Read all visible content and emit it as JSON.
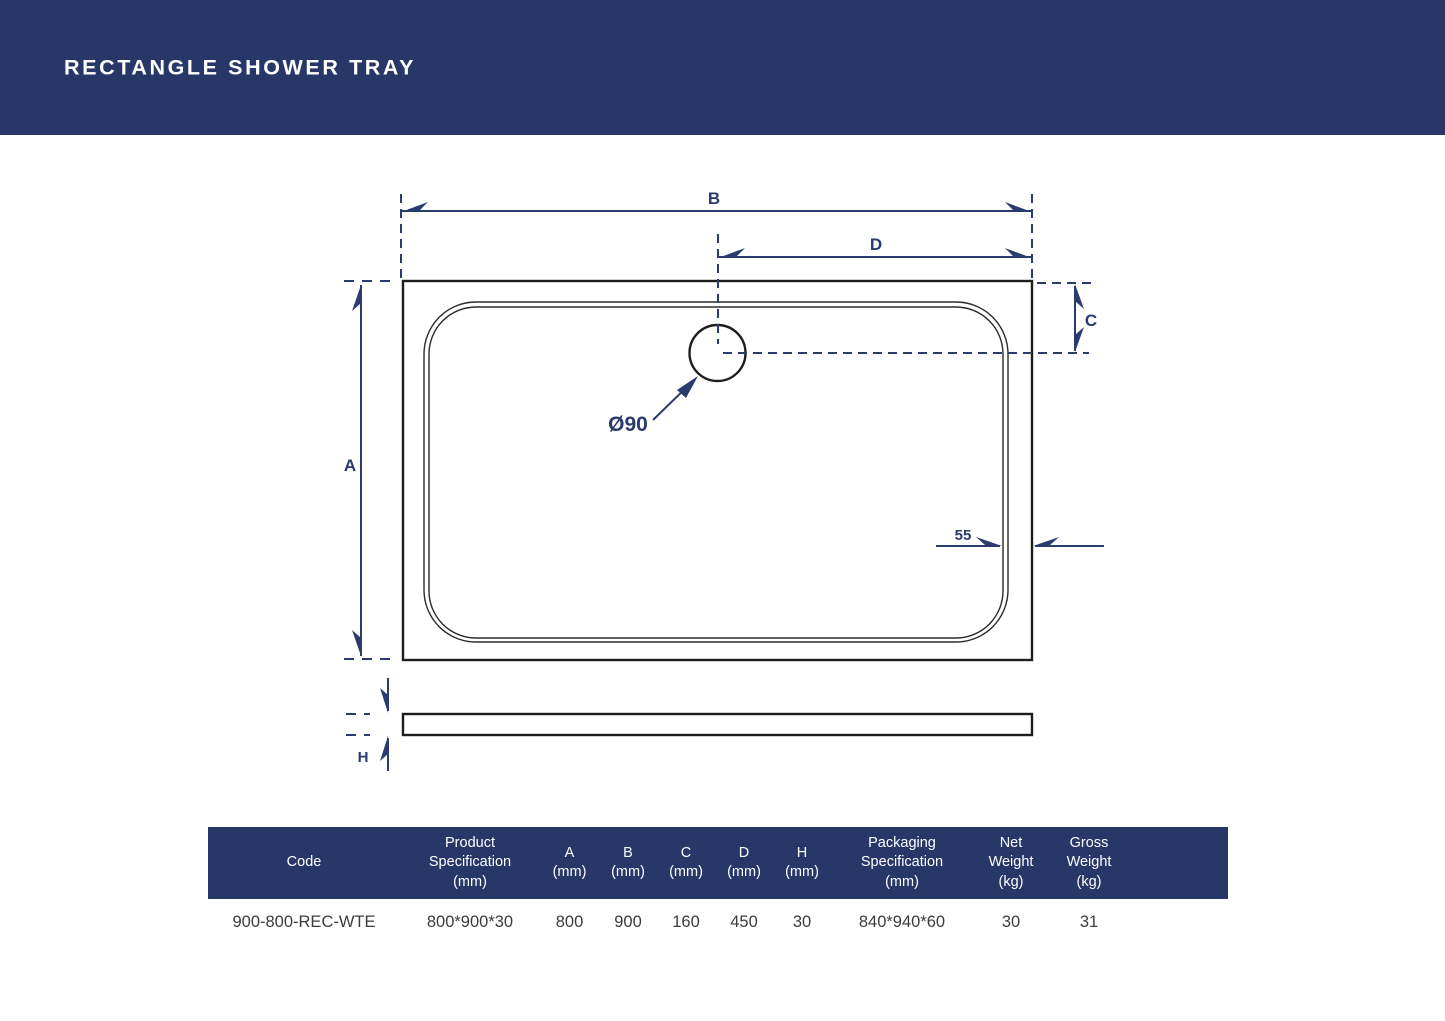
{
  "header": {
    "title": "RECTANGLE SHOWER TRAY"
  },
  "diagram": {
    "labels": {
      "dim_b": "B",
      "dim_d": "D",
      "dim_a": "A",
      "dim_c": "C",
      "dim_h": "H",
      "drain_diameter": "Ø90",
      "edge_width": "55"
    }
  },
  "table": {
    "columns": [
      {
        "label": "Code"
      },
      {
        "label": "Product\nSpecification\n(mm)"
      },
      {
        "label": "A\n(mm)"
      },
      {
        "label": "B\n(mm)"
      },
      {
        "label": "C\n(mm)"
      },
      {
        "label": "D\n(mm)"
      },
      {
        "label": "H\n(mm)"
      },
      {
        "label": "Packaging\nSpecification\n(mm)"
      },
      {
        "label": "Net\nWeight\n(kg)"
      },
      {
        "label": "Gross\nWeight\n(kg)"
      }
    ],
    "rows": [
      {
        "code": "900-800-REC-WTE",
        "product_spec": "800*900*30",
        "a": "800",
        "b": "900",
        "c": "160",
        "d": "450",
        "h": "30",
        "packaging_spec": "840*940*60",
        "net_weight": "30",
        "gross_weight": "31"
      }
    ]
  },
  "colors": {
    "navy": "#273768",
    "dimension_navy": "#2b3b6e",
    "drawing_line": "#1d1d1b"
  }
}
